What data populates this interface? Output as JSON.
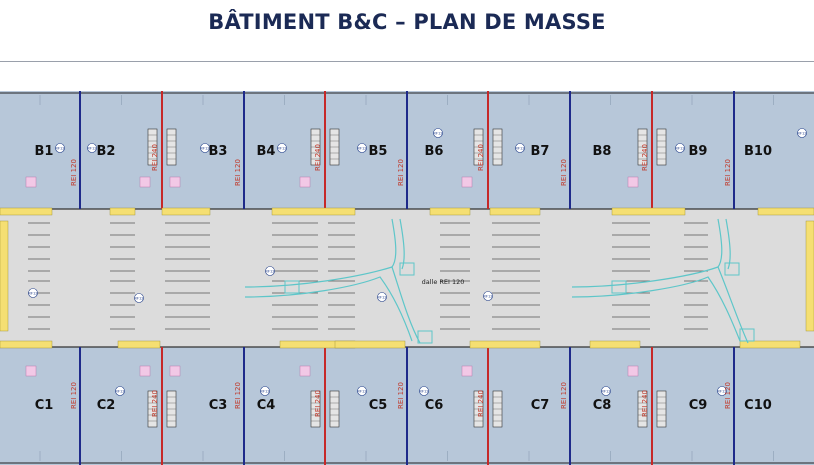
{
  "title": "BÂTIMENT B&C – PLAN DE MASSE",
  "central_label": "dalle REI 120",
  "units_top": [
    "B1",
    "B2",
    "B3",
    "B4",
    "B5",
    "B6",
    "B7",
    "B8",
    "B9",
    "B10"
  ],
  "units_bottom": [
    "C1",
    "C2",
    "C3",
    "C4",
    "C5",
    "C6",
    "C7",
    "C8",
    "C9",
    "C10"
  ],
  "wall_label_rei120": "REI 120",
  "wall_label_rei240": "REI 240",
  "marker_label": "RF12",
  "colors": {
    "title": "#1b2a55",
    "unit_fill": "#b7c7d9",
    "corridor_fill": "#dcdcdc",
    "fire_wall": "#c62828",
    "partition_wall": "#1e2a8a",
    "door_yellow": "#f5df72",
    "path_cyan": "#5ec6c9",
    "pink_box": "#f2c8e6"
  }
}
